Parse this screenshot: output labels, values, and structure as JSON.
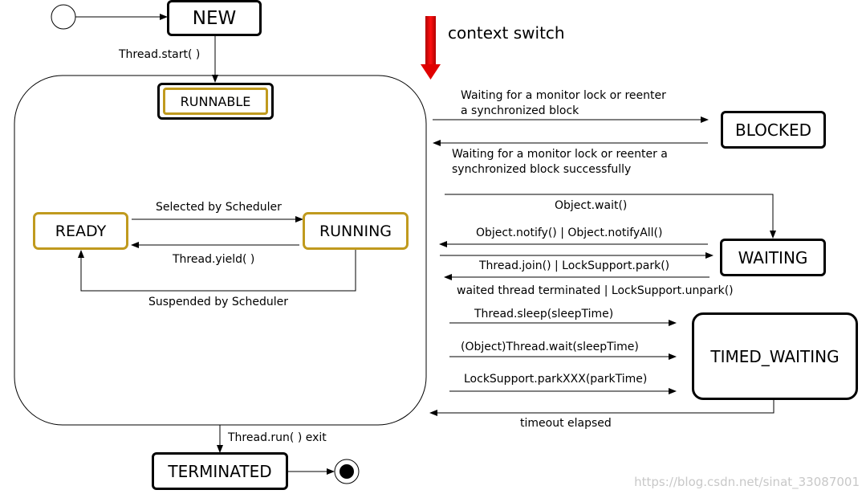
{
  "states": {
    "new": "NEW",
    "runnable": "RUNNABLE",
    "ready": "READY",
    "running": "RUNNING",
    "blocked": "BLOCKED",
    "waiting": "WAITING",
    "timed_waiting": "TIMED_WAITING",
    "terminated": "TERMINATED"
  },
  "context_switch": "context switch",
  "transitions": {
    "start": "Thread.start( )",
    "selected_by_scheduler": "Selected by Scheduler",
    "yield": "Thread.yield( )",
    "suspended_by_scheduler": "Suspended by Scheduler",
    "run_exit": "Thread.run( )  exit",
    "blocked_enter_1": "Waiting for a monitor lock or reenter",
    "blocked_enter_2": "a synchronized block",
    "blocked_exit_1": "Waiting for a monitor lock or reenter  a",
    "blocked_exit_2": "synchronized block successfully",
    "object_wait": "Object.wait()",
    "notify": "Object.notify() | Object.notifyAll()",
    "join_park": "Thread.join() | LockSupport.park()",
    "waited_terminated": "waited thread terminated | LockSupport.unpark()",
    "sleep": "Thread.sleep(sleepTime)",
    "timed_wait": "(Object)Thread.wait(sleepTime)",
    "park_time": "LockSupport.parkXXX(parkTime)",
    "timeout": "timeout elapsed"
  },
  "watermark": "https://blog.csdn.net/sinat_33087001",
  "colors": {
    "ready_running_border": "#c09a1e",
    "context_arrow": "#ff0000"
  }
}
